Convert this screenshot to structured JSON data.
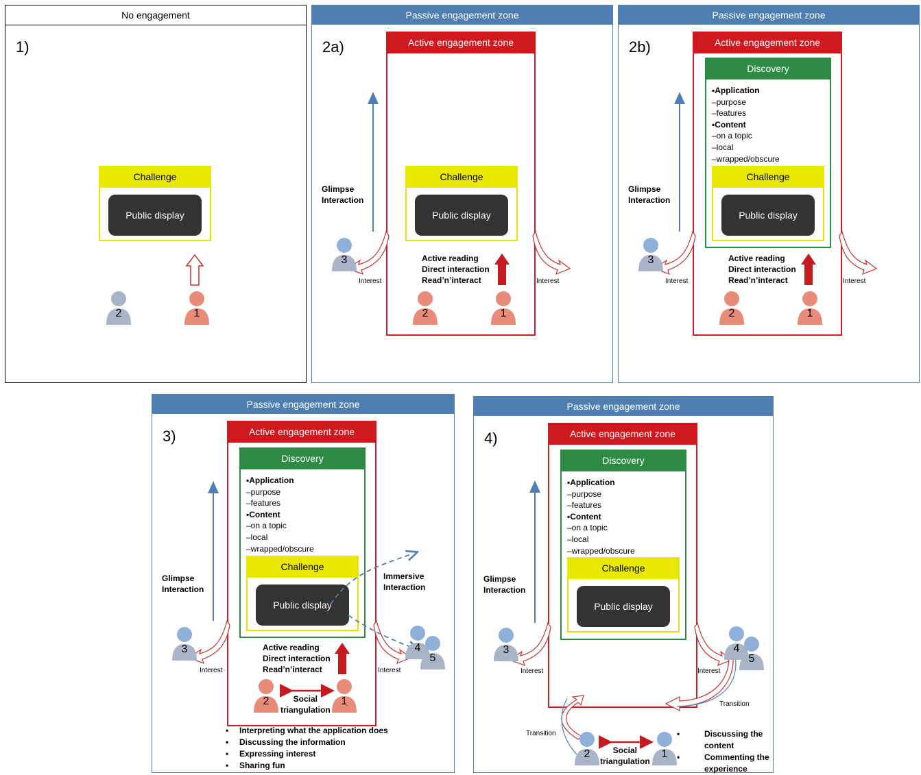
{
  "panel1": {
    "header": "No engagement",
    "num": "1)",
    "challenge": "Challenge",
    "display": "Public display",
    "person_a": "2",
    "person_b": "1"
  },
  "panel2a": {
    "header": "Passive engagement zone",
    "num": "2a)",
    "active": "Active engagement zone",
    "challenge": "Challenge",
    "display": "Public display",
    "glimpse": "Glimpse\nInteraction",
    "reading": "Active reading\nDirect interaction\nRead’n’interact",
    "interest_left": "Interest",
    "interest_right": "Interest",
    "p3": "3",
    "p2": "2",
    "p1": "1"
  },
  "panel2b": {
    "header": "Passive engagement zone",
    "num": "2b)",
    "active": "Active engagement zone",
    "discovery": "Discovery",
    "disc_app": "▪Application",
    "disc_purpose": "–purpose",
    "disc_features": "–features",
    "disc_content": "▪Content",
    "disc_topic": "–on a topic",
    "disc_local": "–local",
    "disc_wrapped": "–wrapped/obscure",
    "challenge": "Challenge",
    "display": "Public display",
    "glimpse": "Glimpse\nInteraction",
    "reading": "Active reading\nDirect interaction\nRead’n’interact",
    "interest_left": "Interest",
    "interest_right": "Interest",
    "p3": "3",
    "p2": "2",
    "p1": "1"
  },
  "panel3": {
    "header": "Passive engagement zone",
    "num": "3)",
    "active": "Active engagement zone",
    "discovery": "Discovery",
    "disc_app": "▪Application",
    "disc_purpose": "–purpose",
    "disc_features": "–features",
    "disc_content": "▪Content",
    "disc_topic": "–on a topic",
    "disc_local": "–local",
    "disc_wrapped": "–wrapped/obscure",
    "challenge": "Challenge",
    "display": "Public display",
    "glimpse": "Glimpse\nInteraction",
    "immersive": "Immersive\nInteraction",
    "reading": "Active reading\nDirect interaction\nRead’n’interact",
    "social": "Social\ntriangulation",
    "interest_left": "Interest",
    "interest_right": "Interest",
    "p3": "3",
    "p4": "4",
    "p5": "5",
    "p2": "2",
    "p1": "1",
    "bullets": [
      "Interpreting what the application does",
      "Discussing the information",
      "Expressing interest",
      "Sharing fun"
    ]
  },
  "panel4": {
    "header": "Passive engagement zone",
    "num": "4)",
    "active": "Active engagement zone",
    "discovery": "Discovery",
    "disc_app": "▪Application",
    "disc_purpose": "–purpose",
    "disc_features": "–features",
    "disc_content": "▪Content",
    "disc_topic": "–on a topic",
    "disc_local": "–local",
    "disc_wrapped": "–wrapped/obscure",
    "challenge": "Challenge",
    "display": "Public display",
    "glimpse": "Glimpse\nInteraction",
    "social": "Social\ntriangulation",
    "interest_left": "Interest",
    "interest_right": "Interest",
    "transition_left": "Transition",
    "transition_right": "Transition",
    "p3": "3",
    "p4": "4",
    "p5": "5",
    "p2": "2",
    "p1": "1",
    "bullets": [
      "Discussing the content",
      "Commenting the experience"
    ]
  },
  "colors": {
    "passive": "#4f7fb2",
    "active": "#d0191f",
    "discovery": "#2e8b45",
    "challenge": "#e8e800",
    "display": "#333333",
    "person_red": "#e88b78",
    "person_blue": "#8fb0d8",
    "person_grey": "#a9b4c6"
  },
  "icons": {
    "person": "person-icon",
    "arrow": "arrow-icon"
  }
}
